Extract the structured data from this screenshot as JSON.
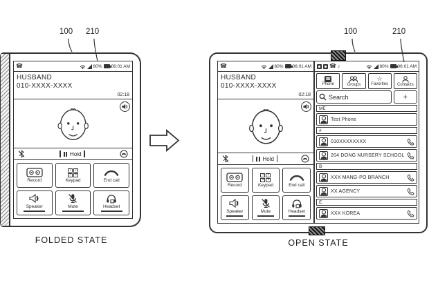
{
  "colors": {
    "ink": "#333333",
    "background": "#ffffff"
  },
  "figure": {
    "ref_100": "100",
    "ref_210": "210",
    "folded_caption": "FOLDED STATE",
    "open_caption": "OPEN STATE"
  },
  "call_screen": {
    "status": {
      "battery": "80%",
      "time": "06:01 AM"
    },
    "caller_name": "HUSBAND",
    "caller_number": "010-XXXX-XXXX",
    "call_timer": "02:18",
    "hold_label": "Hold",
    "keypad_digits": [
      "1",
      "2",
      "3",
      "4"
    ],
    "buttons": [
      {
        "label": "Record",
        "icon": "cassette-icon"
      },
      {
        "label": "Keypad",
        "icon": "keypad-icon"
      },
      {
        "label": "End call",
        "icon": "end-call-icon"
      },
      {
        "label": "Speaker",
        "icon": "speaker-icon"
      },
      {
        "label": "Mute",
        "icon": "mute-icon"
      },
      {
        "label": "Headset",
        "icon": "headset-icon"
      }
    ]
  },
  "contacts_screen": {
    "status": {
      "battery": "80%",
      "time": "06:01 AM"
    },
    "tabs": [
      {
        "label": "Phone"
      },
      {
        "label": "Groups"
      },
      {
        "label": "Favorites"
      },
      {
        "label": "Contacts"
      }
    ],
    "search_label": "Search",
    "add_label": "+",
    "list": [
      {
        "type": "section",
        "label": "ME"
      },
      {
        "type": "contact",
        "name": "Test Phone"
      },
      {
        "type": "section",
        "label": "#"
      },
      {
        "type": "contact",
        "name": "010XXXXXXXX"
      },
      {
        "type": "contact",
        "name": "204 DONG NURSERY SCHOOL"
      },
      {
        "type": "section",
        "label": "B"
      },
      {
        "type": "contact",
        "name": "XXX MANG-PO BRANCH"
      },
      {
        "type": "contact",
        "name": "XX AGENCY"
      },
      {
        "type": "section",
        "label": "E"
      },
      {
        "type": "contact",
        "name": "XXX KOREA"
      }
    ]
  }
}
